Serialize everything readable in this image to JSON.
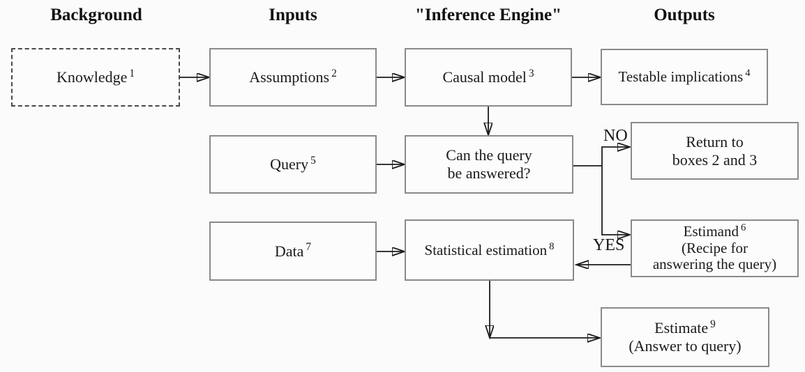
{
  "headers": {
    "background": "Background",
    "inputs": "Inputs",
    "inference_engine": "\"Inference Engine\"",
    "outputs": "Outputs"
  },
  "nodes": {
    "knowledge": {
      "text": "Knowledge",
      "sup": "1"
    },
    "assumptions": {
      "text": "Assumptions",
      "sup": "2"
    },
    "causal_model": {
      "text": "Causal model",
      "sup": "3"
    },
    "testable_implications": {
      "text": "Testable implications",
      "sup": "4"
    },
    "query": {
      "text": "Query",
      "sup": "5"
    },
    "can_answer": {
      "line1": "Can the query",
      "line2": "be answered?"
    },
    "return_boxes": {
      "line1": "Return to",
      "line2": "boxes 2 and 3"
    },
    "estimand": {
      "text": "Estimand",
      "sup": "6",
      "line2": "(Recipe for",
      "line3": "answering the query)"
    },
    "data": {
      "text": "Data",
      "sup": "7"
    },
    "statistical_estimation": {
      "text": "Statistical estimation",
      "sup": "8"
    },
    "estimate": {
      "text": "Estimate",
      "sup": "9",
      "line2": "(Answer to query)"
    }
  },
  "edge_labels": {
    "no": "NO",
    "yes": "YES"
  },
  "colors": {
    "background": "#fbfbfb",
    "box_border": "#8a8a8a",
    "dashed_border": "#4a4a4a",
    "arrow": "#1b1b1b",
    "text": "#1b1b1b"
  }
}
